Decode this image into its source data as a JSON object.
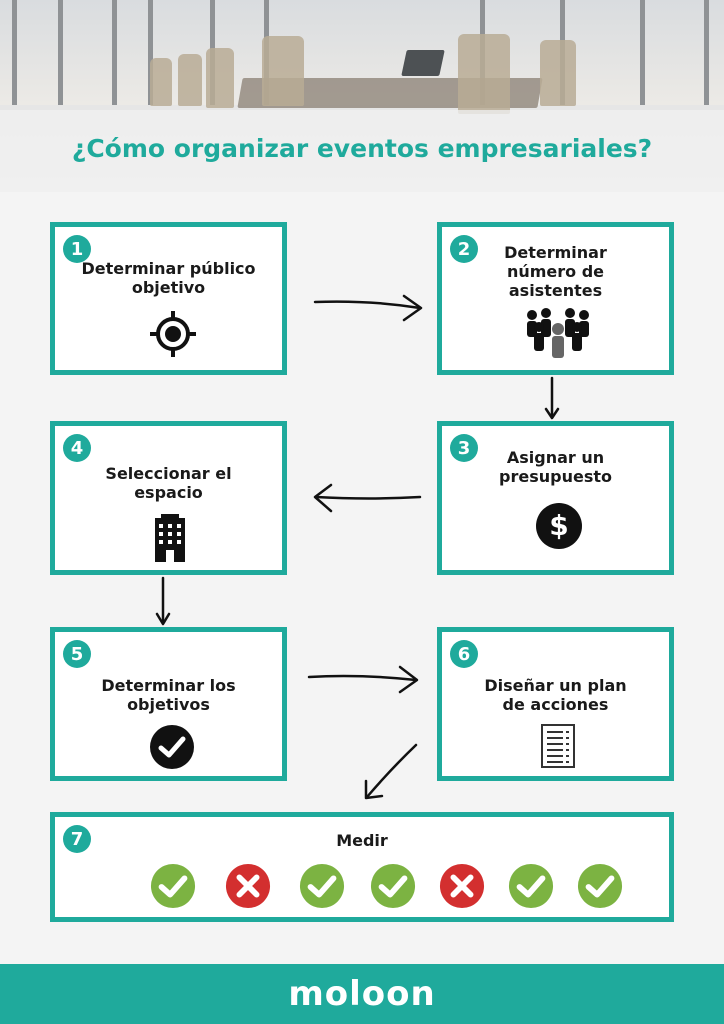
{
  "header": {
    "title": "¿Cómo organizar eventos empresariales?"
  },
  "steps": [
    {
      "number": "1",
      "label": "Determinar público objetivo",
      "icon": "target-icon"
    },
    {
      "number": "2",
      "label": "Determinar número de asistentes",
      "icon": "people-group-icon"
    },
    {
      "number": "3",
      "label": "Asignar un presupuesto",
      "icon": "dollar-icon"
    },
    {
      "number": "4",
      "label": "Seleccionar el espacio",
      "icon": "building-icon"
    },
    {
      "number": "5",
      "label": "Determinar los objetivos",
      "icon": "check-circle-icon"
    },
    {
      "number": "6",
      "label": "Diseñar un plan de acciones",
      "icon": "document-icon"
    },
    {
      "number": "7",
      "label": "Medir",
      "icon": ""
    }
  ],
  "measure_marks": [
    "check",
    "cross",
    "check",
    "check",
    "cross",
    "check",
    "check"
  ],
  "colors": {
    "accent": "#1faa9c",
    "check": "#7cb342",
    "cross": "#d32f2f"
  },
  "footer": {
    "logo": "moloon"
  }
}
